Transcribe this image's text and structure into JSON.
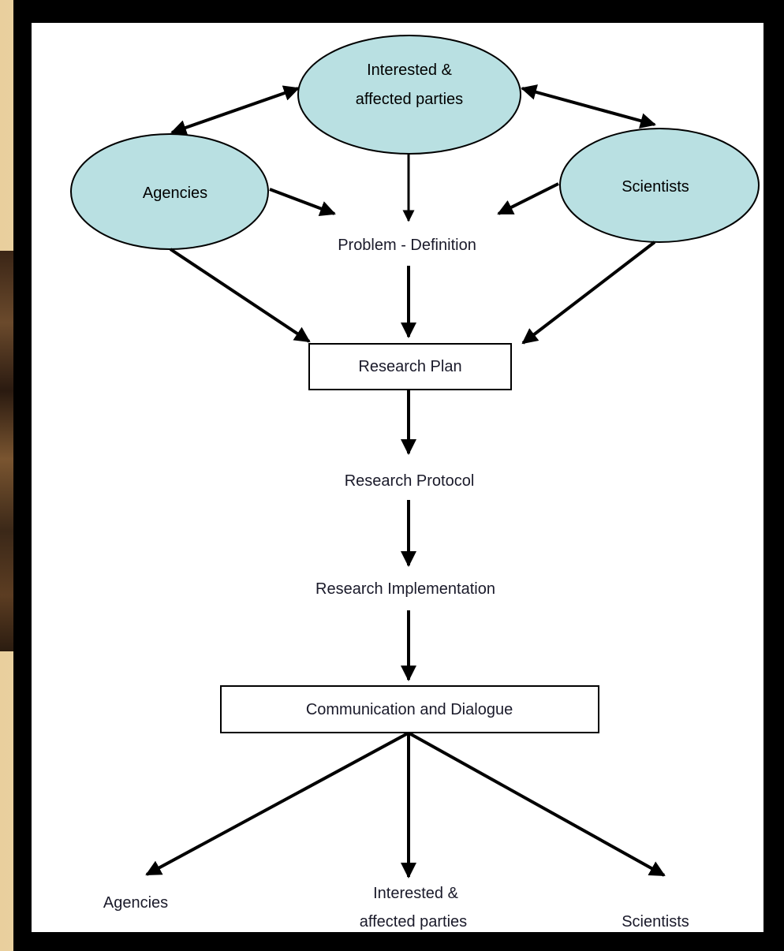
{
  "diagram": {
    "top_parties": [
      "Interested &",
      "affected parties"
    ],
    "left_group": "Agencies",
    "right_group": "Scientists",
    "problem_definition": "Problem - Definition",
    "research_plan": "Research Plan",
    "research_protocol": "Research Protocol",
    "research_implementation": "Research Implementation",
    "communication": "Communication and Dialogue",
    "out_left": "Agencies",
    "out_middle": [
      "Interested &",
      "affected parties"
    ],
    "out_right": "Scientists",
    "colors": {
      "ellipse_fill": "#b9e0e2",
      "stroke": "#000000",
      "frame": "#000000",
      "background": "#f2deb5"
    }
  }
}
